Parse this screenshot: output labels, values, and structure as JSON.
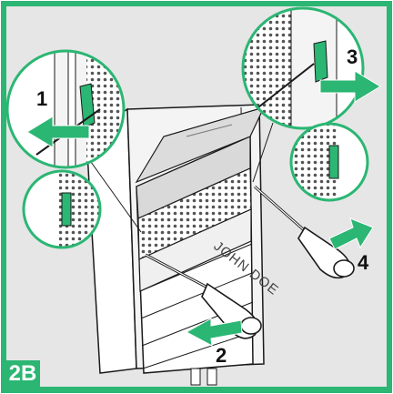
{
  "figure": {
    "label": "2B"
  },
  "plate": {
    "name_text": "JOHN DOE"
  },
  "steps": [
    "1",
    "2",
    "3",
    "4"
  ],
  "colors": {
    "accent": "#2bb673",
    "background": "#e6e6e6",
    "outline": "#1a1a1a"
  }
}
